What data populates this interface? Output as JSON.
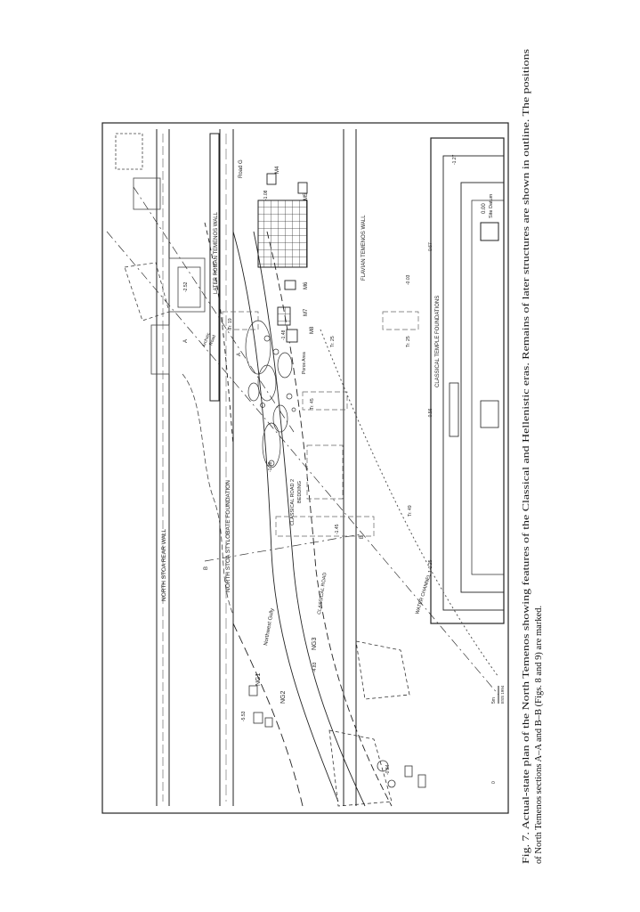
{
  "figure": {
    "caption_lines": [
      "Fig. 7. Actual-state plan of the North Temenos showing features of the Classical and Hellenistic eras. Remains of later structures are shown in outline. The positions",
      "of North Temenos sections A–A and B–B (Figs. 8 and 9) are marked."
    ]
  },
  "plan": {
    "labels": {
      "north_stoa_rear_wall": "NORTH STOA REAR WALL",
      "north_stoa_stylobate": "NORTH STOA STYLOBATE FOUNDATION",
      "later_roman_wall": "LATER ROMAN TEMENOS WALL",
      "flavian_wall": "FLAVIAN TEMENOS WALL",
      "classical_temple": "CLASSICAL TEMPLE FOUNDATIONS",
      "water_channel": "WATER CHANNEL 1",
      "classical_road_2": "CLASSICAL ROAD 2",
      "bedding": "BEDDING",
      "classical_road": "CLASSICAL ROAD",
      "northwest_gully": "Northwest Gully",
      "archaic_road": "Archaic",
      "archaic_road2": "Road",
      "road_g": "Road G",
      "poros_area": "Poros Area",
      "site_datum_value": "0.00",
      "site_datum": "Site Datum",
      "ng1": "NG1",
      "ng2": "NG2",
      "ng3": "NG3",
      "m4": "M4",
      "m5": "M5",
      "m6": "M6",
      "m7": "M7",
      "m8": "M8",
      "tr19": "Tr. 19",
      "tr25": "Tr. 25",
      "tr25b": "Tr. 25",
      "tr49": "Tr. 49",
      "tr45": "Tr. 45",
      "section_a": "A",
      "section_a2": "A",
      "section_b": "B",
      "section_b2": "B",
      "scale_0": "0",
      "scale_5": "5m",
      "scale_label": "ESS 1994",
      "elev_553": "-5.53",
      "elev_483": "-4.83",
      "elev_138": "-1.38",
      "elev_148": "-1.48",
      "elev_252": "-2.52",
      "elev_108": "-1.08",
      "elev_067": "0.67",
      "elev_056": "-0.56",
      "elev_125": "-1.25",
      "elev_127": "-1.27",
      "elev_084": "-0.84",
      "elev_145": "-1.45",
      "elev_003": "-0.03"
    }
  }
}
